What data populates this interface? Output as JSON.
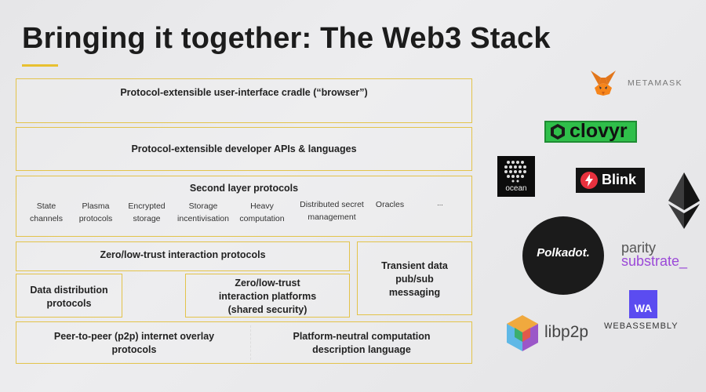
{
  "slide": {
    "title": "Bringing it together: The Web3 Stack"
  },
  "stack": {
    "browser": "Protocol-extensible user-interface cradle (“browser”)",
    "dev_apis": "Protocol-extensible developer APIs & languages",
    "second_layer": {
      "title": "Second layer protocols",
      "items": [
        "State\nchannels",
        "Plasma\nprotocols",
        "Encrypted\nstorage",
        "Storage\nincentivisation",
        "Heavy\ncomputation",
        "Distributed secret\nmanagement",
        "Oracles",
        "..."
      ]
    },
    "zero_trust_protocols": "Zero/low-trust interaction protocols",
    "transient_data": "Transient data\npub/sub\nmessaging",
    "data_distribution": "Data distribution\nprotocols",
    "zero_trust_platforms": "Zero/low-trust\ninteraction platforms\n(shared security)",
    "p2p": "Peer-to-peer (p2p) internet overlay\nprotocols",
    "platform_neutral": "Platform-neutral computation\ndescription language"
  },
  "logos": {
    "metamask": "METAMASK",
    "clovyr": "clovyr",
    "ocean": "ocean",
    "blink": "Blink",
    "polkadot": "Polkadot.",
    "parity_line1": "parity",
    "parity_line2": "substrate_",
    "webassembly_badge": "WA",
    "webassembly": "WEBASSEMBLY",
    "libp2p": "libp2p"
  },
  "colors": {
    "box_border": "#e3c34a",
    "clovyr_green": "#2fbf4a",
    "blink_red": "#e8313e",
    "parity_purple": "#9b49d8",
    "wasm_blue": "#5b4cf0"
  }
}
